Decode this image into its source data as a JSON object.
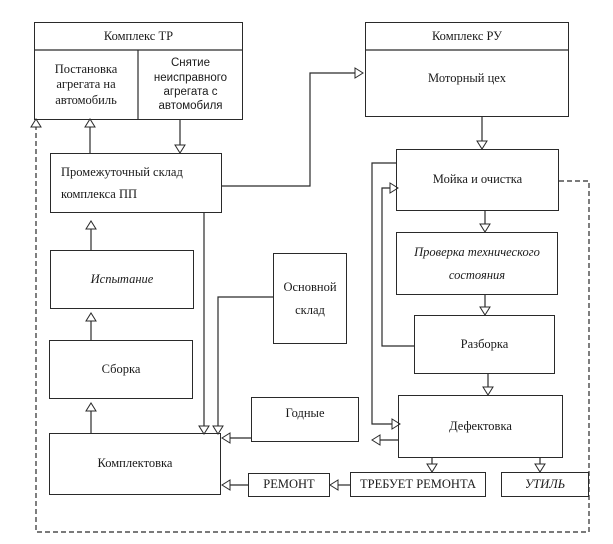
{
  "diagram": {
    "complex_tr": {
      "title": "Комплекс ТР",
      "install": "Постановка\nагрегата на\nавтомобиль",
      "remove": "Снятие\nнеисправного\nагрегата с\nавтомобиля"
    },
    "complex_ru": {
      "title": "Комплекс РУ",
      "motor_shop": "Моторный цех"
    },
    "nodes": {
      "intermediate_store": "Промежуточный склад\nкомплекса ПП",
      "testing": "Испытание",
      "assembly": "Сборка",
      "kitting": "Комплектовка",
      "main_store": "Основной\nсклад",
      "good": "Годные",
      "washing": "Мойка и очистка",
      "tech_check": "Проверка технического\nсостояния",
      "disassembly": "Разборка",
      "defect": "Дефектовка",
      "repair": "РЕМОНТ",
      "needs_repair": "ТРЕБУЕТ РЕМОНТА",
      "scrap": "УТИЛЬ"
    },
    "edges": [
      {
        "from": "remove",
        "to": "intermediate_store",
        "style": "solid"
      },
      {
        "from": "intermediate_store",
        "to": "install",
        "style": "solid"
      },
      {
        "from": "intermediate_store",
        "to": "motor_shop",
        "style": "solid"
      },
      {
        "from": "motor_shop",
        "to": "washing",
        "style": "solid"
      },
      {
        "from": "washing",
        "to": "tech_check",
        "style": "solid"
      },
      {
        "from": "tech_check",
        "to": "disassembly",
        "style": "solid"
      },
      {
        "from": "disassembly",
        "to": "defect",
        "style": "solid"
      },
      {
        "from": "disassembly",
        "to": "washing",
        "style": "solid"
      },
      {
        "from": "washing",
        "to": "defect",
        "style": "solid"
      },
      {
        "from": "defect",
        "to": "good",
        "style": "solid"
      },
      {
        "from": "defect",
        "to": "needs_repair",
        "style": "solid"
      },
      {
        "from": "defect",
        "to": "scrap",
        "style": "solid"
      },
      {
        "from": "needs_repair",
        "to": "repair",
        "style": "solid"
      },
      {
        "from": "repair",
        "to": "kitting",
        "style": "solid"
      },
      {
        "from": "good",
        "to": "kitting",
        "style": "solid"
      },
      {
        "from": "main_store",
        "to": "kitting",
        "style": "solid"
      },
      {
        "from": "intermediate_store",
        "to": "kitting",
        "style": "solid"
      },
      {
        "from": "kitting",
        "to": "assembly",
        "style": "solid"
      },
      {
        "from": "assembly",
        "to": "testing",
        "style": "solid"
      },
      {
        "from": "testing",
        "to": "intermediate_store",
        "style": "solid"
      },
      {
        "from": "washing",
        "to": "install",
        "style": "dashed"
      }
    ]
  }
}
